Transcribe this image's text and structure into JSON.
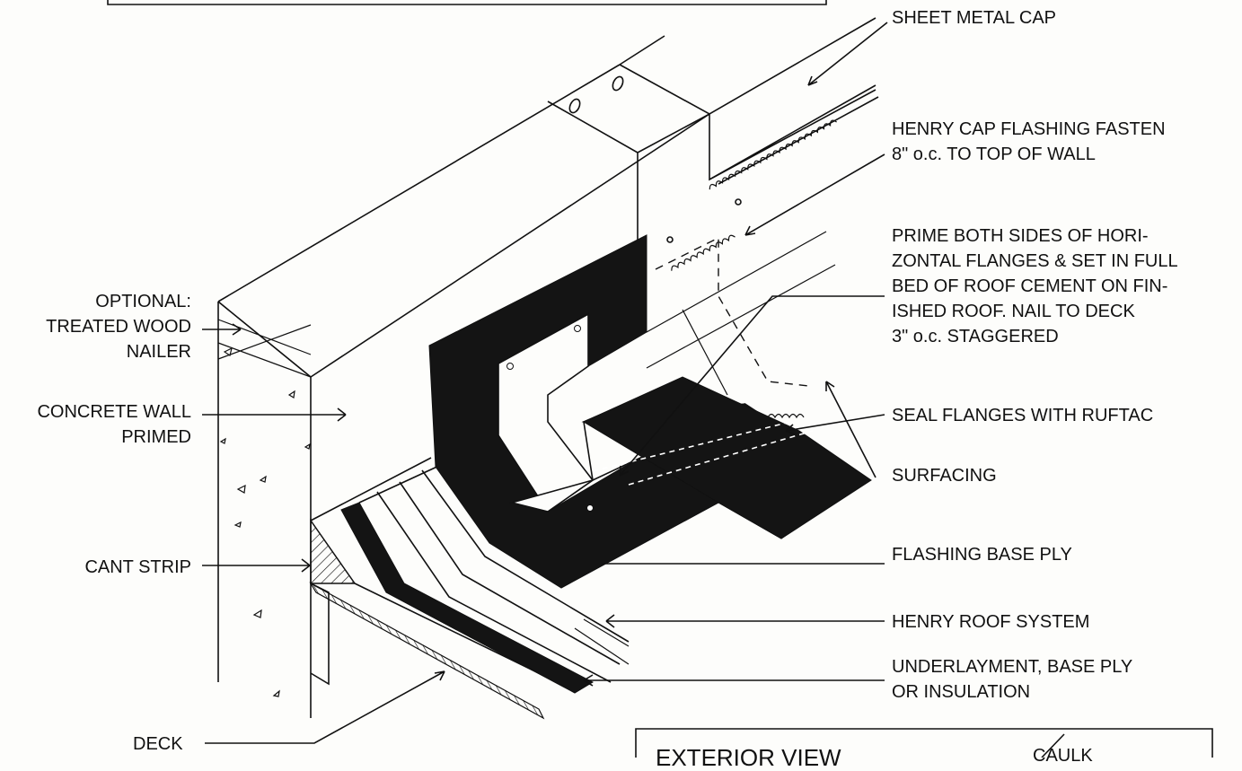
{
  "labels": {
    "sheet_metal_cap": "SHEET METAL CAP",
    "cap_flashing_1": "HENRY CAP FLASHING FASTEN",
    "cap_flashing_2": "8\" o.c. TO TOP OF WALL",
    "prime_1": "PRIME BOTH SIDES OF HORI-",
    "prime_2": "ZONTAL FLANGES & SET IN FULL",
    "prime_3": "BED OF ROOF CEMENT ON FIN-",
    "prime_4": "ISHED ROOF. NAIL TO DECK",
    "prime_5": "3\" o.c. STAGGERED",
    "seal_flanges": "SEAL FLANGES WITH RUFTAC",
    "surfacing": "SURFACING",
    "flashing_base_ply": "FLASHING BASE PLY",
    "henry_roof_system": "HENRY ROOF SYSTEM",
    "underlayment_1": "UNDERLAYMENT, BASE PLY",
    "underlayment_2": "OR INSULATION",
    "optional_1": "OPTIONAL:",
    "optional_2": "TREATED WOOD",
    "optional_3": "NAILER",
    "concrete_1": "CONCRETE WALL",
    "concrete_2": "PRIMED",
    "cant_strip": "CANT STRIP",
    "deck": "DECK",
    "exterior_view": "EXTERIOR VIEW",
    "caulk": "CAULK"
  }
}
